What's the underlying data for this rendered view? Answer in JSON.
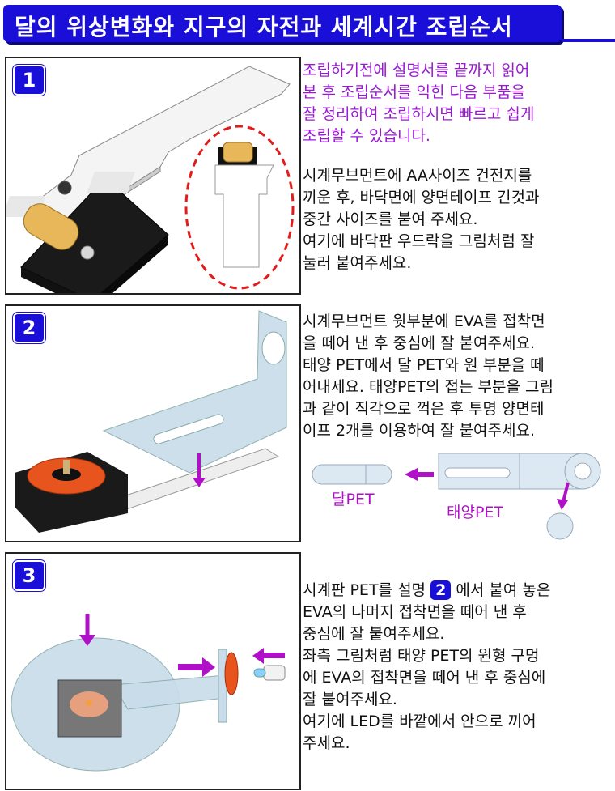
{
  "title": "달의 위상변화와 지구의 자전과 세계시간 조립순서",
  "colors": {
    "brand": "#1a0fd8",
    "purple": "#9a18d6",
    "arrow": "#b010c8",
    "orange": "#e8541e"
  },
  "steps": [
    {
      "number": "1",
      "lines_purple": [
        "조립하기전에 설명서를 끝까지 읽어",
        "본 후 조립순서를 익힌 다음 부품을",
        "잘 정리하여 조립하시면 빠르고 쉽게",
        "조립할 수 있습니다."
      ],
      "lines": [
        "시계무브먼트에 AA사이즈 건전지를",
        "끼운 후, 바닥면에 양면테이프 긴것과",
        "중간 사이즈를 붙여 주세요.",
        "여기에 바닥판 우드락을 그림처럼 잘",
        "눌러 붙여주세요."
      ]
    },
    {
      "number": "2",
      "lines": [
        "시계무브먼트 윗부분에 EVA를 접착면",
        "을 떼어 낸 후 중심에 잘 붙여주세요.",
        "태양 PET에서 달 PET와 원 부분을 떼",
        "어내세요. 태양PET의 접는 부분을 그림",
        "과 같이 직각으로 꺽은 후 투명 양면테",
        "이프 2개를 이용하여 잘 붙여주세요."
      ],
      "label_moon": "달PET",
      "label_sun": "태양PET"
    },
    {
      "number": "3",
      "line1_before": "시계판 PET를 설명",
      "line1_badge": "2",
      "line1_after": "에서 붙여 놓은",
      "lines": [
        "EVA의 나머지 접착면을 떼어 낸 후",
        "중심에 잘 붙여주세요.",
        "좌측 그림처럼 태양 PET의 원형 구멍",
        "에 EVA의 접착면을 떼어 낸 후 중심에",
        "잘 붙여주세요.",
        "여기에 LED를 바깥에서 안으로 끼어",
        "주세요."
      ]
    }
  ]
}
